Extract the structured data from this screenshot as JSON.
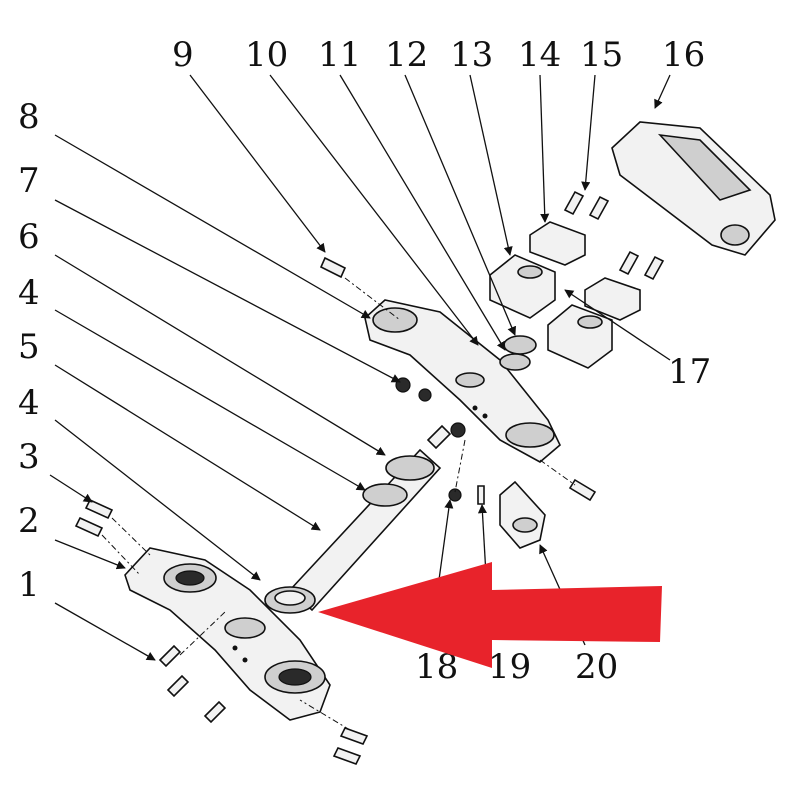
{
  "diagram": {
    "labels": [
      "1",
      "2",
      "3",
      "4",
      "5",
      "4",
      "6",
      "7",
      "8",
      "9",
      "10",
      "11",
      "12",
      "13",
      "14",
      "15",
      "16",
      "17",
      "18",
      "19",
      "20"
    ],
    "arrow_color": "#e8232b"
  }
}
